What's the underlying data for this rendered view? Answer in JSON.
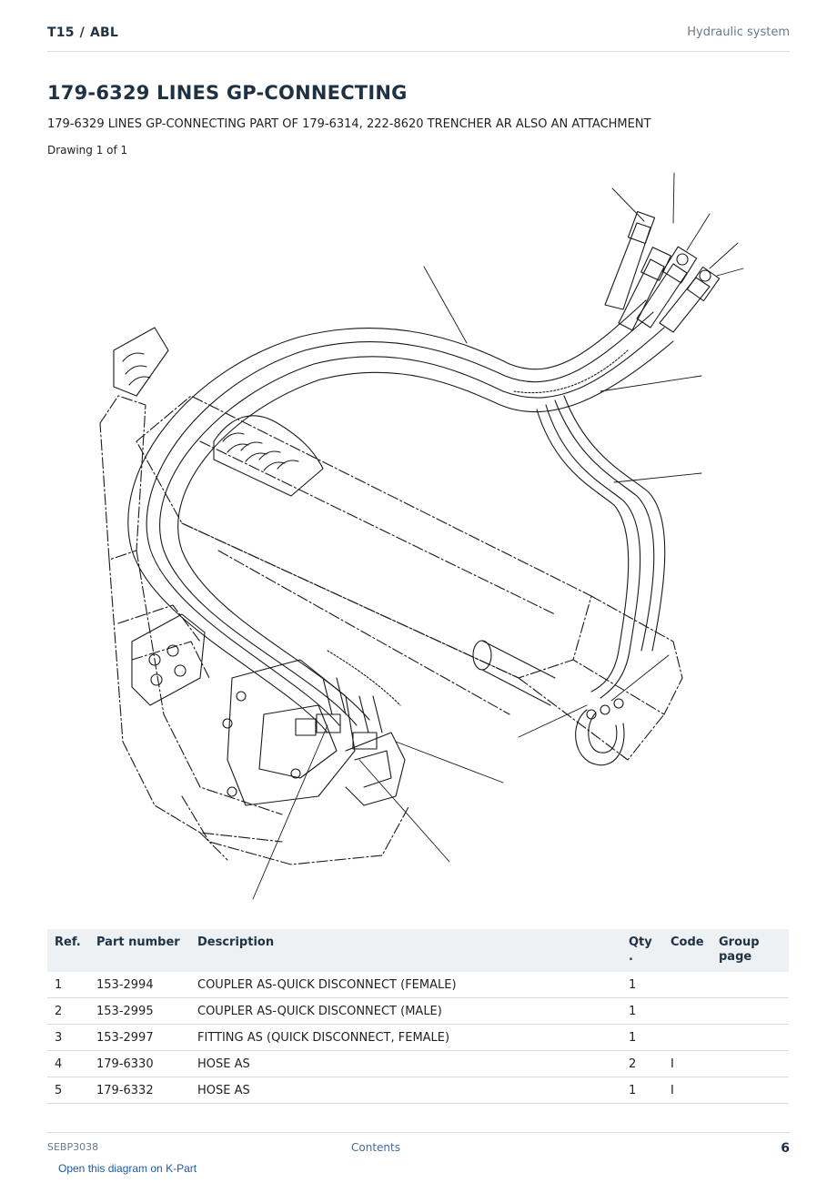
{
  "header": {
    "model": "T15",
    "separator": "/",
    "serial": "ABL",
    "section": "Hydraulic system"
  },
  "title": "179-6329 LINES GP-CONNECTING",
  "subtitle": "179-6329 LINES GP-CONNECTING PART OF 179-6314, 222-8620 TRENCHER AR ALSO AN ATTACHMENT",
  "drawing_note": "Drawing 1 of 1",
  "table": {
    "headers": {
      "ref": "Ref.",
      "part_number": "Part number",
      "description": "Description",
      "qty_line1": "Qty",
      "qty_line2": ".",
      "code": "Code",
      "group_line1": "Group",
      "group_line2": "page"
    },
    "rows": [
      {
        "ref": "1",
        "part_number": "153-2994",
        "description": "COUPLER AS-QUICK DISCONNECT (FEMALE)",
        "qty": "1",
        "code": "",
        "group_page": ""
      },
      {
        "ref": "2",
        "part_number": "153-2995",
        "description": "COUPLER AS-QUICK DISCONNECT (MALE)",
        "qty": "1",
        "code": "",
        "group_page": ""
      },
      {
        "ref": "3",
        "part_number": "153-2997",
        "description": "FITTING AS (QUICK DISCONNECT, FEMALE)",
        "qty": "1",
        "code": "",
        "group_page": ""
      },
      {
        "ref": "4",
        "part_number": "179-6330",
        "description": "HOSE AS",
        "qty": "2",
        "code": "I",
        "group_page": ""
      },
      {
        "ref": "5",
        "part_number": "179-6332",
        "description": "HOSE AS",
        "qty": "1",
        "code": "I",
        "group_page": ""
      }
    ]
  },
  "footer": {
    "doc_id": "SEBP3038",
    "contents_link": "Contents",
    "page_number": "6",
    "kpart_link": "Open this diagram on K-Part"
  }
}
